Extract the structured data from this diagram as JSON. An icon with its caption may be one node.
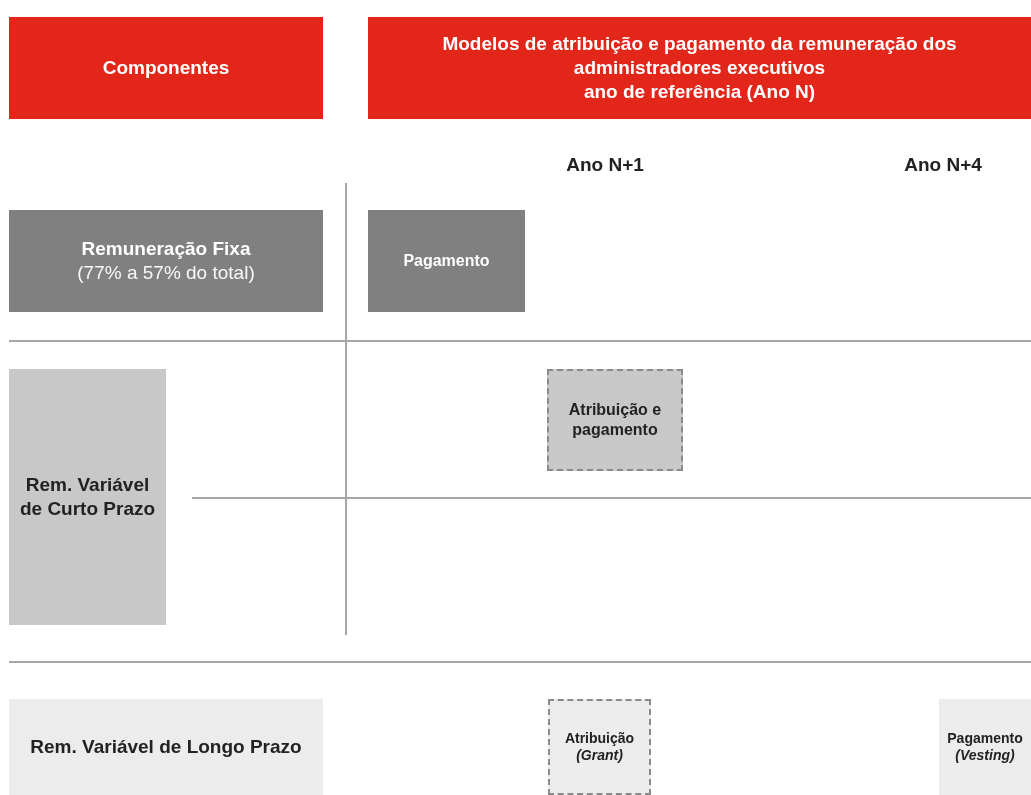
{
  "diagram": {
    "nodes": [
      {
        "text": [
          "Componentes"
        ]
      },
      {
        "text": [
          "Modelos de atribuição e pagamento da remuneração dos administradores executivos",
          "ano de referência (Ano N)"
        ]
      },
      {
        "text": [
          "Remuneração Fixa",
          "(77% a 57% do total)"
        ]
      },
      {
        "text": [
          "Pagamento"
        ]
      },
      {
        "text": [
          "Rem. Variável de Curto Prazo"
        ]
      },
      {
        "text": [
          "Atribuição e pagamento"
        ]
      },
      {
        "text": [
          "Rem. Variável de Longo Prazo"
        ]
      },
      {
        "text": [
          "Atribuição",
          "(Grant)"
        ]
      },
      {
        "text": [
          "Pagamento",
          "(Vesting)"
        ]
      }
    ],
    "edges": [],
    "labels": [
      "Ano N+1",
      "Ano N+4"
    ]
  }
}
